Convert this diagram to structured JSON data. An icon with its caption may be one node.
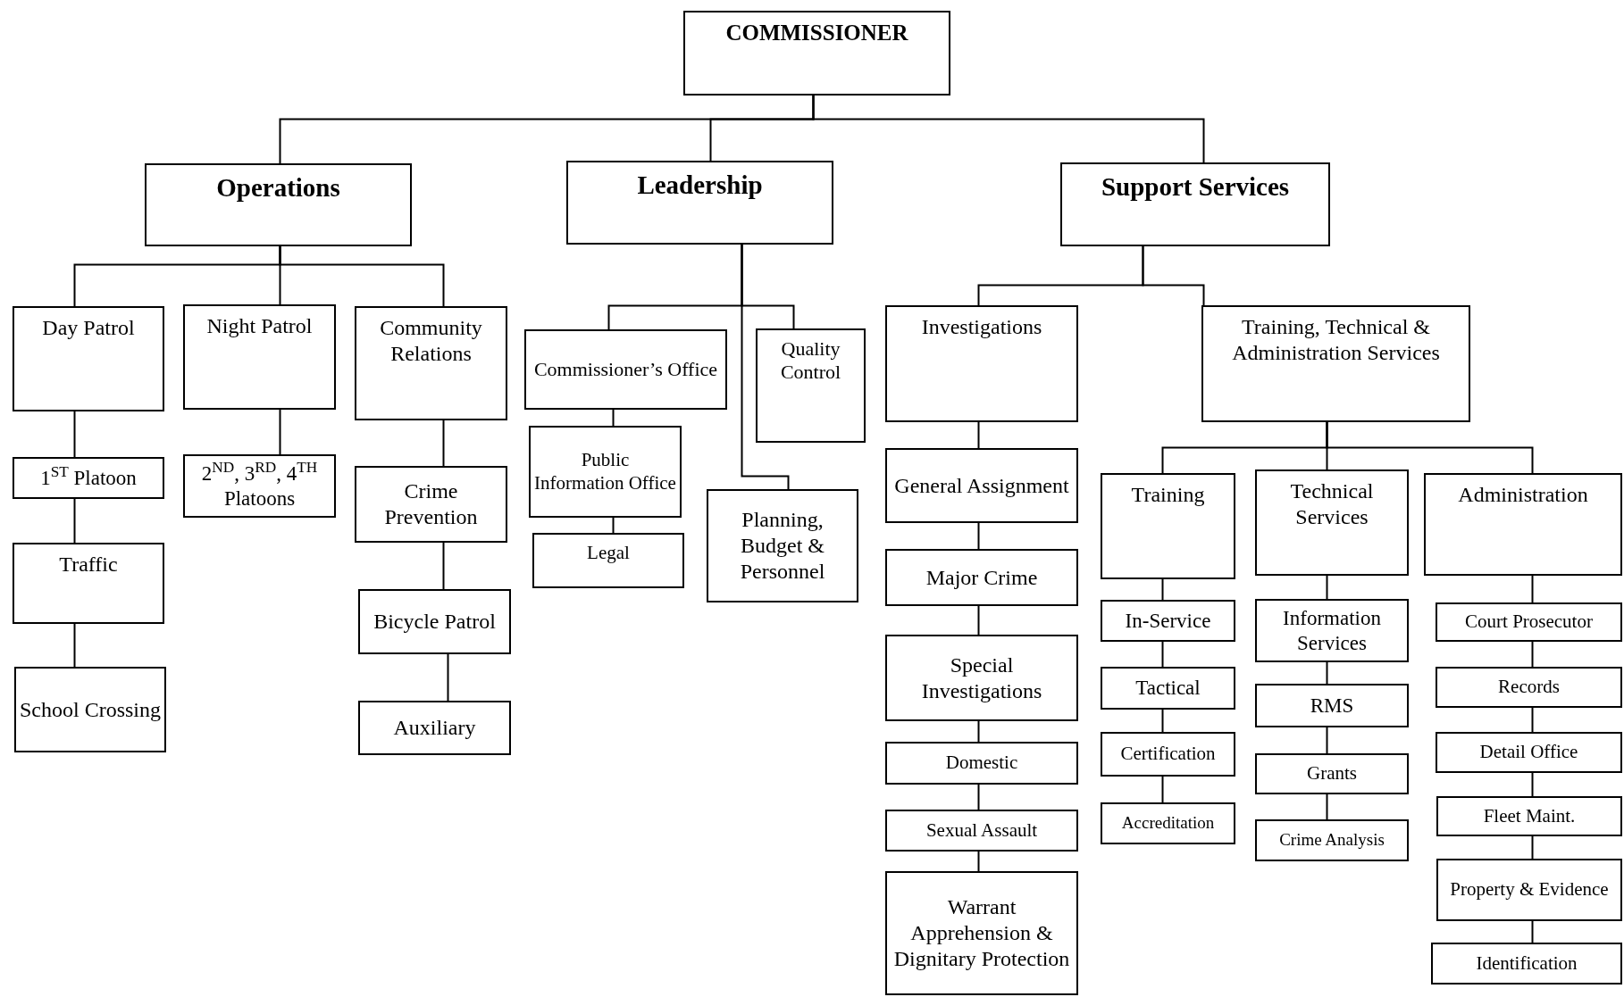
{
  "diagram": {
    "nodes": [
      {
        "text": [
          "COMMISSIONER"
        ]
      },
      {
        "text": [
          "Operations"
        ]
      },
      {
        "text": [
          "Leadership"
        ]
      },
      {
        "text": [
          "Support Services"
        ]
      },
      {
        "text": [
          "Day Patrol"
        ]
      },
      {
        "text": [
          "Night Patrol"
        ]
      },
      {
        "text": [
          "Community Relations"
        ]
      },
      {
        "text": [
          "1$^{ST}$ Platoon"
        ]
      },
      {
        "text": [
          "2$^{ND}$, 3$^{RD}$, 4$^{TH}$ Platoons"
        ]
      },
      {
        "text": [
          "Traffic"
        ]
      },
      {
        "text": [
          "School Crossing"
        ]
      },
      {
        "text": [
          "Crime Prevention"
        ]
      },
      {
        "text": [
          "Bicycle Patrol"
        ]
      },
      {
        "text": [
          "Auxiliary"
        ]
      },
      {
        "text": [
          "Commissioner’s Office"
        ]
      },
      {
        "text": [
          "Quality Control"
        ]
      },
      {
        "text": [
          "Public Information Office"
        ]
      },
      {
        "text": [
          "Legal"
        ]
      },
      {
        "text": [
          "Planning, Budget & Personnel"
        ]
      },
      {
        "text": [
          "Investigations"
        ]
      },
      {
        "text": [
          "Training, Technical & Administration Services"
        ]
      },
      {
        "text": [
          "General Assignment"
        ]
      },
      {
        "text": [
          "Major Crime"
        ]
      },
      {
        "text": [
          "Special Investigations"
        ]
      },
      {
        "text": [
          "Domestic"
        ]
      },
      {
        "text": [
          "Sexual Assault"
        ]
      },
      {
        "text": [
          "Warrant Apprehension & Dignitary Protection"
        ]
      },
      {
        "text": [
          "Training"
        ]
      },
      {
        "text": [
          "Technical Services"
        ]
      },
      {
        "text": [
          "Administration"
        ]
      },
      {
        "text": [
          "In-Service"
        ]
      },
      {
        "text": [
          "Tactical"
        ]
      },
      {
        "text": [
          "Certification"
        ]
      },
      {
        "text": [
          "Accreditation"
        ]
      },
      {
        "text": [
          "Information Services"
        ]
      },
      {
        "text": [
          "RMS"
        ]
      },
      {
        "text": [
          "Grants"
        ]
      },
      {
        "text": [
          "Crime Analysis"
        ]
      },
      {
        "text": [
          "Court Prosecutor"
        ]
      },
      {
        "text": [
          "Records"
        ]
      },
      {
        "text": [
          "Detail Office"
        ]
      },
      {
        "text": [
          "Fleet Maint."
        ]
      },
      {
        "text": [
          "Property & Evidence"
        ]
      },
      {
        "text": [
          "Identification"
        ]
      }
    ],
    "edges": [
      {
        "from": 0,
        "to": 1,
        "arrow": "none"
      },
      {
        "from": 0,
        "to": 2,
        "arrow": "none"
      },
      {
        "from": 0,
        "to": 3,
        "arrow": "none"
      },
      {
        "from": 1,
        "to": 4,
        "arrow": "none"
      },
      {
        "from": 1,
        "to": 5,
        "arrow": "none"
      },
      {
        "from": 1,
        "to": 6,
        "arrow": "none"
      },
      {
        "from": 4,
        "to": 7,
        "arrow": "none"
      },
      {
        "from": 7,
        "to": 9,
        "arrow": "none"
      },
      {
        "from": 9,
        "to": 10,
        "arrow": "none"
      },
      {
        "from": 5,
        "to": 8,
        "arrow": "none"
      },
      {
        "from": 6,
        "to": 11,
        "arrow": "none"
      },
      {
        "from": 11,
        "to": 12,
        "arrow": "none"
      },
      {
        "from": 12,
        "to": 13,
        "arrow": "none"
      },
      {
        "from": 2,
        "to": 14,
        "arrow": "none"
      },
      {
        "from": 2,
        "to": 15,
        "arrow": "none"
      },
      {
        "from": 2,
        "to": 18,
        "arrow": "none"
      },
      {
        "from": 14,
        "to": 16,
        "arrow": "none"
      },
      {
        "from": 16,
        "to": 17,
        "arrow": "none"
      },
      {
        "from": 3,
        "to": 19,
        "arrow": "none"
      },
      {
        "from": 3,
        "to": 20,
        "arrow": "none"
      },
      {
        "from": 19,
        "to": 21,
        "arrow": "none"
      },
      {
        "from": 21,
        "to": 22,
        "arrow": "none"
      },
      {
        "from": 22,
        "to": 23,
        "arrow": "none"
      },
      {
        "from": 23,
        "to": 24,
        "arrow": "none"
      },
      {
        "from": 24,
        "to": 25,
        "arrow": "none"
      },
      {
        "from": 25,
        "to": 26,
        "arrow": "none"
      },
      {
        "from": 20,
        "to": 27,
        "arrow": "none"
      },
      {
        "from": 20,
        "to": 28,
        "arrow": "none"
      },
      {
        "from": 20,
        "to": 29,
        "arrow": "none"
      },
      {
        "from": 27,
        "to": 30,
        "arrow": "none"
      },
      {
        "from": 30,
        "to": 31,
        "arrow": "none"
      },
      {
        "from": 31,
        "to": 32,
        "arrow": "none"
      },
      {
        "from": 32,
        "to": 33,
        "arrow": "none"
      },
      {
        "from": 28,
        "to": 34,
        "arrow": "none"
      },
      {
        "from": 34,
        "to": 35,
        "arrow": "none"
      },
      {
        "from": 35,
        "to": 36,
        "arrow": "none"
      },
      {
        "from": 36,
        "to": 37,
        "arrow": "none"
      },
      {
        "from": 29,
        "to": 38,
        "arrow": "none"
      },
      {
        "from": 38,
        "to": 39,
        "arrow": "none"
      },
      {
        "from": 39,
        "to": 40,
        "arrow": "none"
      },
      {
        "from": 40,
        "to": 41,
        "arrow": "none"
      },
      {
        "from": 41,
        "to": 42,
        "arrow": "none"
      },
      {
        "from": 42,
        "to": 43,
        "arrow": "none"
      }
    ]
  }
}
